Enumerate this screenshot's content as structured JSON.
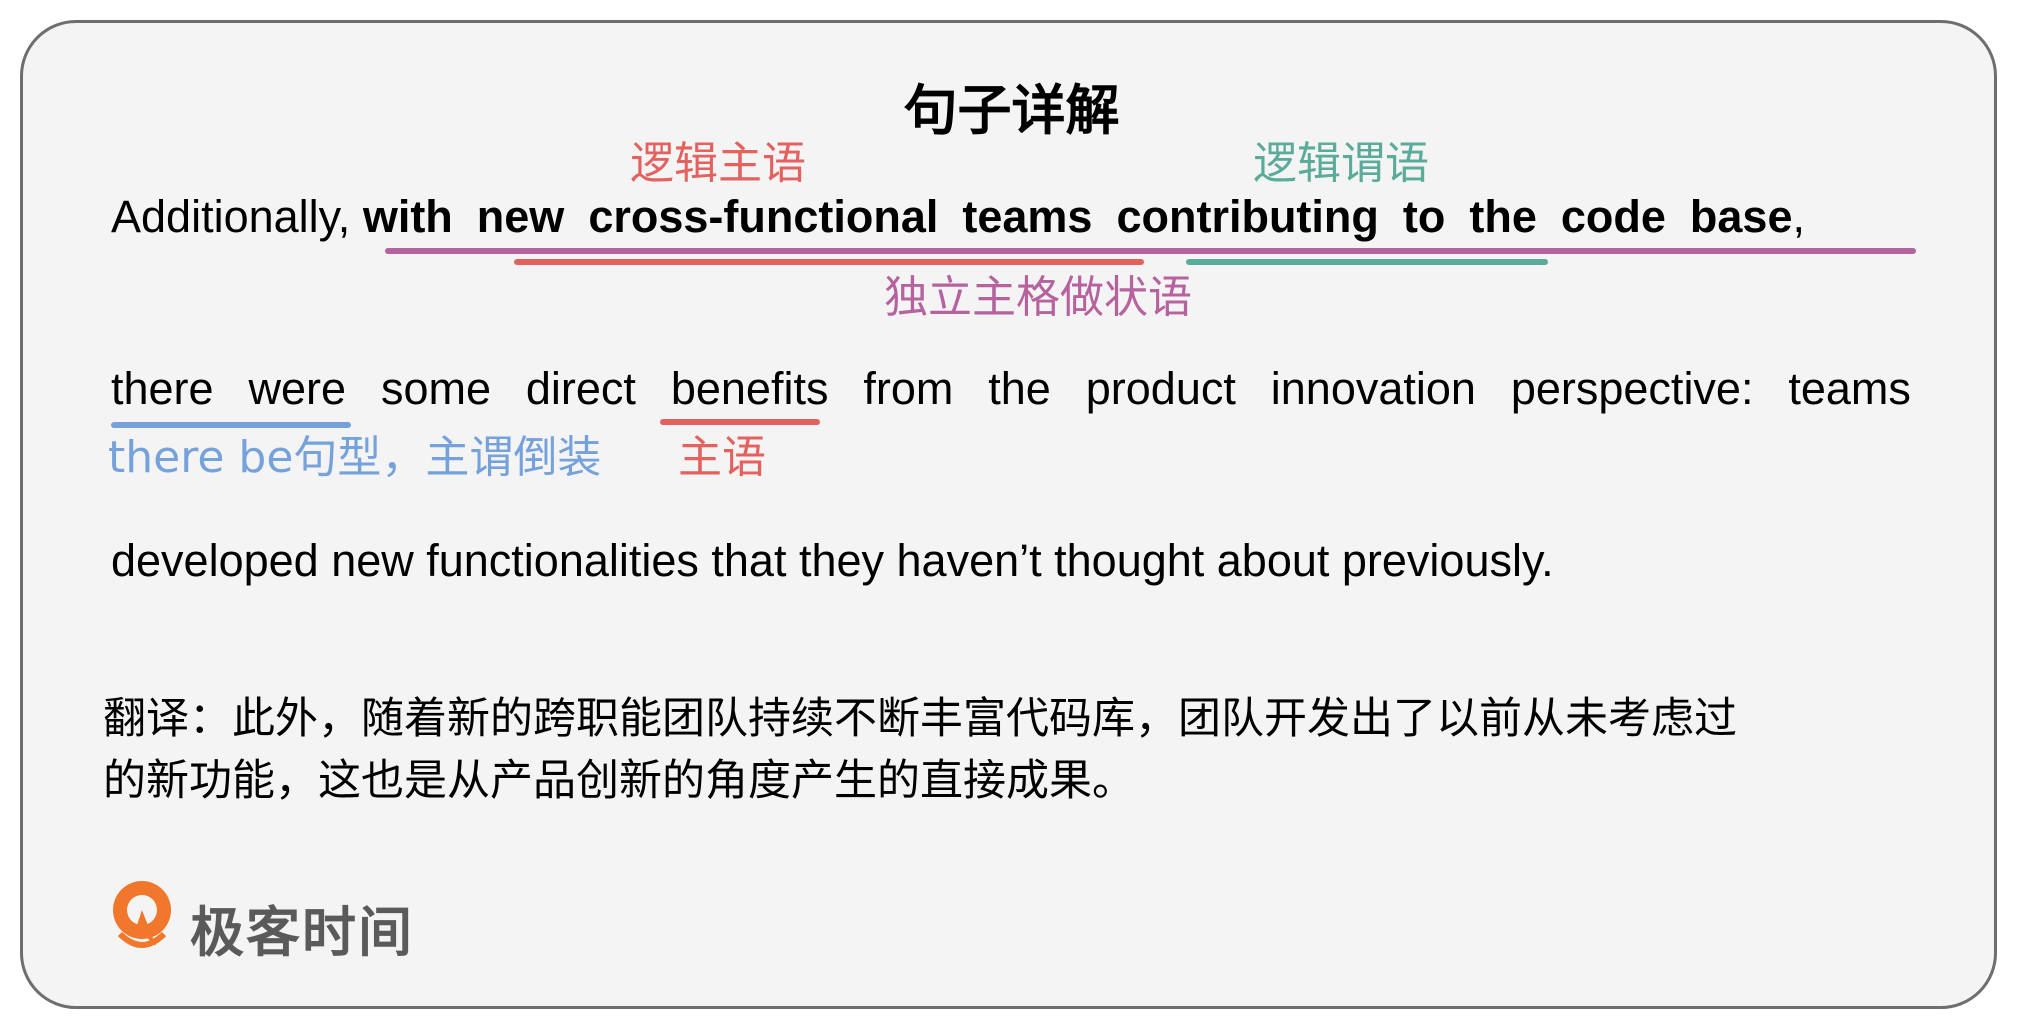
{
  "title": "句子详解",
  "line1": {
    "prefix": "Additionally, ",
    "bold": [
      "with",
      "new",
      "cross-functional",
      "teams",
      "contributing",
      "to",
      "the",
      "code",
      "base"
    ],
    "suffix": ","
  },
  "line2_words": [
    "there",
    "were",
    "some",
    "direct",
    "benefits",
    "from",
    "the",
    "product",
    "innovation",
    "perspective:",
    "teams"
  ],
  "line3": "developed new functionalities that they haven’t thought about previously.",
  "annotations": {
    "logical_subject": "逻辑主语",
    "logical_predicate": "逻辑谓语",
    "absolute_adverbial": "独立主格做状语",
    "there_be": "there be句型，主谓倒装",
    "subject": "主语"
  },
  "translation": {
    "line1": "翻译：此外，随着新的跨职能团队持续不断丰富代码库，团队开发出了以前从未考虑过",
    "line2": "的新功能，这也是从产品创新的角度产生的直接成果。"
  },
  "logo": {
    "text": "极客时间"
  },
  "colors": {
    "red": "#e3625f",
    "green": "#5aab9a",
    "purple": "#b6629f",
    "blue": "#76a2dc",
    "border": "#6e6e6e",
    "background": "#f4f4f4",
    "logo_orange": "#f0772b"
  }
}
